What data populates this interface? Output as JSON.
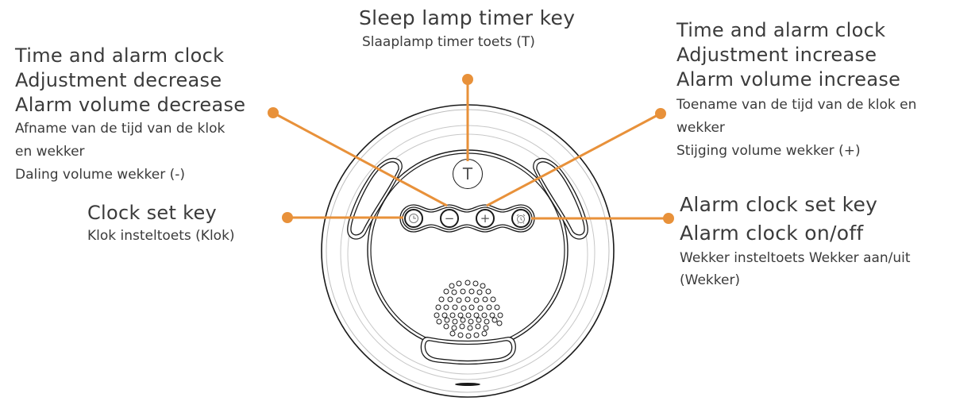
{
  "diagram": {
    "accent_color": "#E8913A",
    "line_color": "#1a1a1a",
    "device": "round sleep lamp / alarm clock, top view",
    "buttons": [
      {
        "id": "clock",
        "icon": "clock-icon",
        "glyph": ""
      },
      {
        "id": "minus",
        "icon": "minus-icon",
        "glyph": "−"
      },
      {
        "id": "plus",
        "icon": "plus-icon",
        "glyph": "+"
      },
      {
        "id": "alarm",
        "icon": "alarm-clock-icon",
        "glyph": ""
      }
    ],
    "timer_button": {
      "icon": "timer-t-icon",
      "glyph": "T"
    }
  },
  "callouts": {
    "sleep_timer": {
      "en": [
        "Sleep lamp timer key"
      ],
      "nl": [
        "Slaaplamp timer toets (T)"
      ]
    },
    "decrease": {
      "en": [
        "Time and alarm clock",
        "Adjustment decrease",
        "Alarm volume decrease"
      ],
      "nl": [
        "Afname van de tijd van de klok",
        "en wekker",
        "Daling volume wekker (-)"
      ]
    },
    "increase": {
      "en": [
        "Time and alarm clock",
        "Adjustment increase",
        "Alarm volume increase"
      ],
      "nl": [
        "Toename van de tijd van de klok en",
        "wekker",
        "Stijging volume wekker (+)"
      ]
    },
    "clock_set": {
      "en": [
        "Clock set key"
      ],
      "nl": [
        "Klok insteltoets (Klok)"
      ]
    },
    "alarm_set": {
      "en": [
        "Alarm clock set key",
        "Alarm clock on/off"
      ],
      "nl": [
        "Wekker insteltoets Wekker aan/uit",
        "(Wekker)"
      ]
    }
  }
}
